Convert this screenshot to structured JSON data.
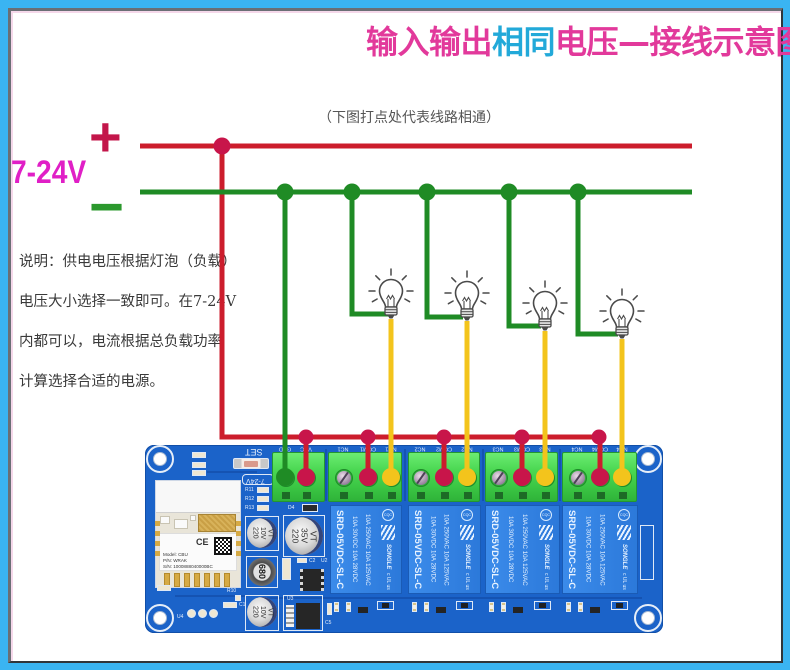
{
  "title": {
    "segments": [
      {
        "text": "输入输出",
        "color": "#e2399b"
      },
      {
        "text": "相同",
        "color": "#22a9d9"
      },
      {
        "text": "电压—接线示意图",
        "color": "#e2399b"
      }
    ]
  },
  "subtitle": "（下图打点处代表线路相通）",
  "power_supply": {
    "voltage_label": "7-24V",
    "positive_symbol": "+",
    "negative_symbol": "−"
  },
  "note": {
    "lines": [
      "说明：供电电压根据灯泡（负载）",
      "电压大小选择一致即可。在7-24V",
      "内都可以，电流根据总负载功率",
      "计算选择合适的电源。"
    ]
  },
  "loads": [
    {
      "icon": "light-bulb-icon",
      "channel": 1
    },
    {
      "icon": "light-bulb-icon",
      "channel": 2
    },
    {
      "icon": "light-bulb-icon",
      "channel": 3
    },
    {
      "icon": "light-bulb-icon",
      "channel": 4
    }
  ],
  "board": {
    "set_label": "SET",
    "input_label": "7-24V",
    "power_terminals": [
      "GND",
      "VCC"
    ],
    "channels": [
      {
        "terminals": [
          "NC1",
          "COM1",
          "NO1"
        ]
      },
      {
        "terminals": [
          "NC2",
          "COM2",
          "NO2"
        ]
      },
      {
        "terminals": [
          "NC3",
          "COM3",
          "NO3"
        ]
      },
      {
        "terminals": [
          "NC4",
          "COM4",
          "NO4"
        ]
      }
    ],
    "relay": {
      "model": "SRD-05VDC-SL-C",
      "brand": "SONGLE",
      "rating_ac": "10A 250VAC 10A 125VAC",
      "rating_dc": "10A 30VDC 10A 28VDC",
      "cert_mark": "CQC",
      "ul_mark": "c UL us"
    },
    "module": {
      "ce": "CE",
      "model": "Model: CBU",
      "part_number": "P/N: WRAK",
      "serial": "S/N: 1000888040000BC"
    },
    "capacitors": [
      {
        "value": "220",
        "voltage": "10V",
        "series": "VT"
      },
      {
        "value": "220",
        "voltage": "35V",
        "series": "VT"
      },
      {
        "value": "220",
        "voltage": "10V",
        "series": "VT"
      }
    ],
    "inductor": "680",
    "refs": {
      "r10": "R10",
      "r11": "R11",
      "r12": "R12",
      "r13": "R13",
      "c1": "C1",
      "c2": "C2",
      "c5": "C5",
      "u2": "U2",
      "u3": "U3",
      "u4": "U4",
      "d4": "D4"
    }
  },
  "colors": {
    "frame": "#3ab4f2",
    "positive_wire": "#cc1d2c",
    "junction_positive": "#c8154a",
    "negative_wire": "#1f8b25",
    "load_wire": "#f3c41c",
    "board": "#1b63c9",
    "terminal": "#46d34e",
    "relay": "#2f80e2",
    "voltage_label": "#e01fc6",
    "positive_symbol": "#c3164a",
    "negative_symbol": "#2b982d",
    "note_text": "#3a3a3a",
    "subtitle_text": "#555555"
  }
}
